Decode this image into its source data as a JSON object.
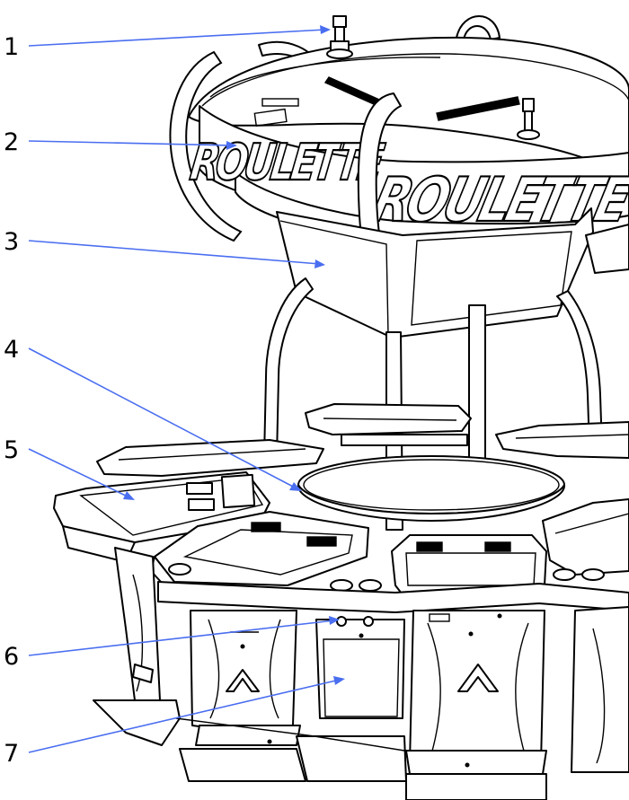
{
  "callouts": [
    {
      "number": "1"
    },
    {
      "number": "2"
    },
    {
      "number": "3"
    },
    {
      "number": "4"
    },
    {
      "number": "5"
    },
    {
      "number": "6"
    },
    {
      "number": "7"
    }
  ],
  "signage": {
    "word_left": "ROULETTE",
    "word_right": "ROULETTE"
  },
  "colors": {
    "leader_line": "#4a6ef0",
    "outline": "#000000",
    "background": "#ffffff"
  }
}
